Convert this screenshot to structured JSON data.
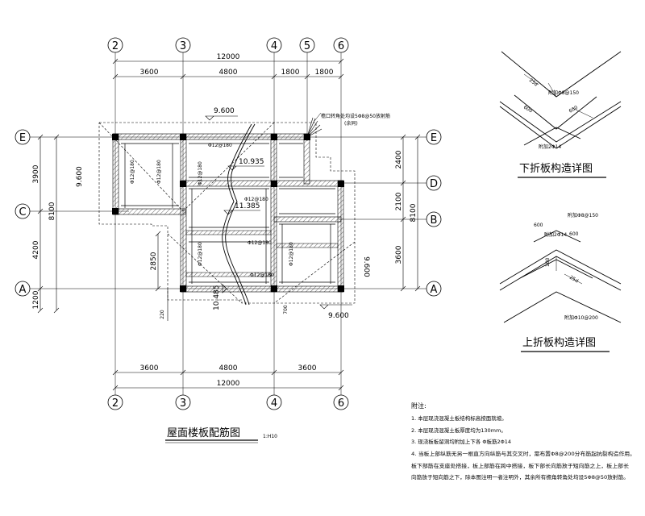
{
  "axes": {
    "top": [
      "2",
      "3",
      "4",
      "5",
      "6"
    ],
    "bottom": [
      "2",
      "3",
      "4",
      "6"
    ],
    "left": [
      "E",
      "C",
      "A"
    ],
    "right": [
      "E",
      "D",
      "B",
      "A"
    ]
  },
  "dims": {
    "top_total": "12000",
    "top_segments": [
      "3600",
      "4800",
      "1800",
      "1800"
    ],
    "bottom_total": "12000",
    "bottom_segments": [
      "3600",
      "4800",
      "3600"
    ],
    "left_segments": [
      "3900",
      "4200",
      "1200"
    ],
    "left_total": "8100",
    "right_segments": [
      "2400",
      "2100",
      "3600"
    ],
    "right_total": "8100",
    "inner_2850": "2850",
    "inner_220": "220",
    "inner_700": "700"
  },
  "elevations": {
    "e1": "9.600",
    "e2": "10.935",
    "e3": "11.385",
    "e4": "10.485",
    "e5": "9.600",
    "e6": "9.600",
    "e7": "9.600"
  },
  "rebar": {
    "r1": "Φ12@180",
    "r2": "Φ12@180",
    "r3": "Φ12@180",
    "r4": "Φ12@180",
    "r5": "Φ12@180",
    "r6": "Φ12@180",
    "r7": "Φ12@180",
    "r8": "Φ12@180",
    "r9": "Φ12@180"
  },
  "corner_note": {
    "line1": "檐口转角处均设5Φ8@50放射筋",
    "line2": "(余同)"
  },
  "plan_title": "屋面楼板配筋图",
  "plan_scale": "1:H10",
  "detail_lower": {
    "title": "下折板构造详图",
    "bar_top": "附加Φ8@150",
    "dim_a": "25d",
    "dim_b": "600",
    "dim_c": "600",
    "bar_bottom": "附加2Φ14"
  },
  "detail_upper": {
    "title": "上折板构造详图",
    "bar_top": "附加Φ8@150",
    "bar_mid": "附加2Φ14",
    "dim_a": "600",
    "dim_b": "600",
    "dim_c": "100",
    "dim_d": "25d",
    "bar_bottom": "附加Φ10@200"
  },
  "notes": {
    "heading": "附注:",
    "lines": [
      "1. 本层现浇混凝土板结构标高按面就坡。",
      "2. 本层现浇混凝土板厚度均为130mm。",
      "3. 现浇板板留洞均附加上下各      Φ板筋2Φ14",
      "4. 当板上部纵筋无另一根直方向纵筋与其交叉时，需布置Φ8@200分布筋起抗裂构造作用。",
      "   板下部筋在支座处搭接，板上部筋在跨中搭接，板下部长向筋放于短向筋之上，板上部长",
      "   向筋放于短向筋之下，除本图注明一者注明外，其余所有檐角转角处均设5Φ8@50放射筋。"
    ]
  }
}
